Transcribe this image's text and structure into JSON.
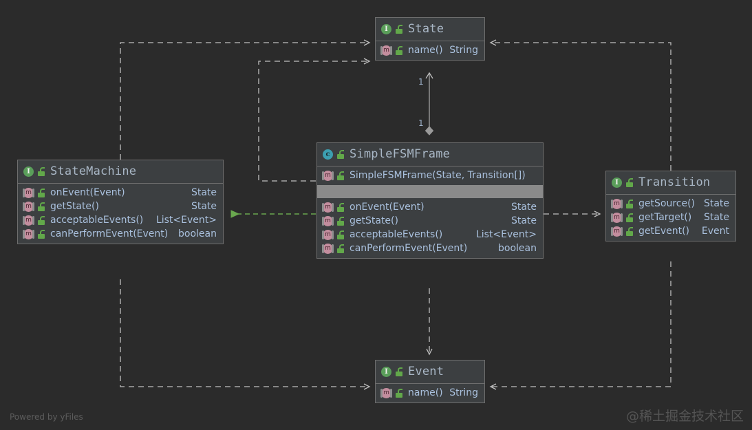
{
  "diagram": {
    "tool_credit": "Powered by yFiles",
    "watermark": "@稀土掘金技术社区",
    "background_color": "#2b2b2b",
    "node_fill_color": "#3c3f41",
    "node_border_color": "#6e6e6e",
    "text_color": "#a9c0dd",
    "title_color": "#a9b7c6",
    "interface_icon_color": "#5a9e5a",
    "class_icon_color": "#3c9fb0",
    "method_icon_color": "#c38d9e",
    "lock_icon_color": "#62a84a",
    "realization_edge_color": "#6aa84f",
    "dependency_edge_color": "#bfbfbf",
    "composition_edge_color": "#bfbfbf",
    "separator_bar_color": "#8a8a8a"
  },
  "nodes": {
    "state": {
      "stereotype_icon": "interface-icon",
      "stereotype_letter": "I",
      "visibility_icon": "unlocked-padlock-icon",
      "title": "State",
      "members": [
        {
          "icon": "method-icon",
          "letter": "m",
          "name": "name()",
          "type": "String"
        }
      ]
    },
    "state_machine": {
      "stereotype_icon": "interface-icon",
      "stereotype_letter": "I",
      "visibility_icon": "unlocked-padlock-icon",
      "title": "StateMachine",
      "members": [
        {
          "icon": "method-icon",
          "letter": "m",
          "name": "onEvent(Event)",
          "type": "State"
        },
        {
          "icon": "method-icon",
          "letter": "m",
          "name": "getState()",
          "type": "State"
        },
        {
          "icon": "method-icon",
          "letter": "m",
          "name": "acceptableEvents()",
          "type": "List<Event>"
        },
        {
          "icon": "method-icon",
          "letter": "m",
          "name": "canPerformEvent(Event)",
          "type": "boolean"
        }
      ]
    },
    "simple_fsm_frame": {
      "stereotype_icon": "class-icon",
      "stereotype_letter": "c",
      "visibility_icon": "unlocked-padlock-icon",
      "title": "SimpleFSMFrame",
      "constructors": [
        {
          "icon": "method-icon",
          "letter": "m",
          "name": "SimpleFSMFrame(State, Transition[])",
          "type": ""
        }
      ],
      "members": [
        {
          "icon": "method-icon",
          "letter": "m",
          "name": "onEvent(Event)",
          "type": "State"
        },
        {
          "icon": "method-icon",
          "letter": "m",
          "name": "getState()",
          "type": "State"
        },
        {
          "icon": "method-icon",
          "letter": "m",
          "name": "acceptableEvents()",
          "type": "List<Event>"
        },
        {
          "icon": "method-icon",
          "letter": "m",
          "name": "canPerformEvent(Event)",
          "type": "boolean"
        }
      ]
    },
    "transition": {
      "stereotype_icon": "interface-icon",
      "stereotype_letter": "I",
      "visibility_icon": "unlocked-padlock-icon",
      "title": "Transition",
      "members": [
        {
          "icon": "method-icon",
          "letter": "m",
          "name": "getSource()",
          "type": "State"
        },
        {
          "icon": "method-icon",
          "letter": "m",
          "name": "getTarget()",
          "type": "State"
        },
        {
          "icon": "method-icon",
          "letter": "m",
          "name": "getEvent()",
          "type": "Event"
        }
      ]
    },
    "event": {
      "stereotype_icon": "interface-icon",
      "stereotype_letter": "I",
      "visibility_icon": "unlocked-padlock-icon",
      "title": "Event",
      "members": [
        {
          "icon": "method-icon",
          "letter": "m",
          "name": "name()",
          "type": "String"
        }
      ]
    }
  },
  "edges": {
    "composition_frame_to_state": {
      "kind": "composition",
      "source": "SimpleFSMFrame",
      "target": "State",
      "source_multiplicity": "1",
      "target_multiplicity": "1"
    },
    "realization_frame_to_statemachine": {
      "kind": "realization",
      "source": "SimpleFSMFrame",
      "target": "StateMachine"
    },
    "dependency_statemachine_to_state": {
      "kind": "dependency",
      "source": "StateMachine",
      "target": "State"
    },
    "dependency_statemachine_to_event": {
      "kind": "dependency",
      "source": "StateMachine",
      "target": "Event"
    },
    "dependency_frame_to_state": {
      "kind": "dependency",
      "source": "SimpleFSMFrame",
      "target": "State"
    },
    "dependency_frame_to_transition": {
      "kind": "dependency",
      "source": "SimpleFSMFrame",
      "target": "Transition"
    },
    "dependency_frame_to_event": {
      "kind": "dependency",
      "source": "SimpleFSMFrame",
      "target": "Event"
    },
    "dependency_transition_to_state": {
      "kind": "dependency",
      "source": "Transition",
      "target": "State"
    },
    "dependency_transition_to_event": {
      "kind": "dependency",
      "source": "Transition",
      "target": "Event"
    }
  }
}
